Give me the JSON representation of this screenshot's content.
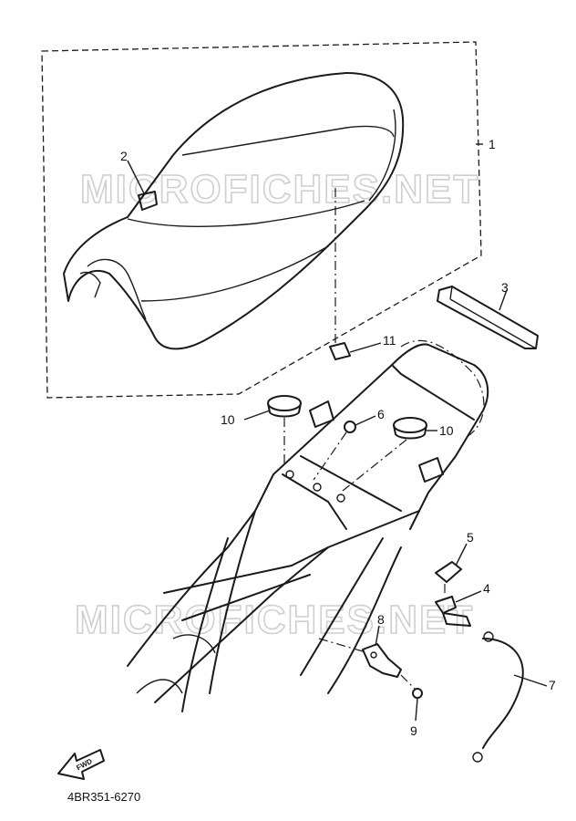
{
  "watermark_text": "MICROFICHES.NET",
  "figure_code": "4BR351-6270",
  "fwd_label": "FWD",
  "callouts": [
    {
      "id": "c1",
      "label": "1"
    },
    {
      "id": "c2",
      "label": "2"
    },
    {
      "id": "c3",
      "label": "3"
    },
    {
      "id": "c4",
      "label": "4"
    },
    {
      "id": "c5",
      "label": "5"
    },
    {
      "id": "c6",
      "label": "6"
    },
    {
      "id": "c7",
      "label": "7"
    },
    {
      "id": "c8",
      "label": "8"
    },
    {
      "id": "c9",
      "label": "9"
    },
    {
      "id": "c10a",
      "label": "10"
    },
    {
      "id": "c10b",
      "label": "10"
    },
    {
      "id": "c11",
      "label": "11"
    }
  ]
}
